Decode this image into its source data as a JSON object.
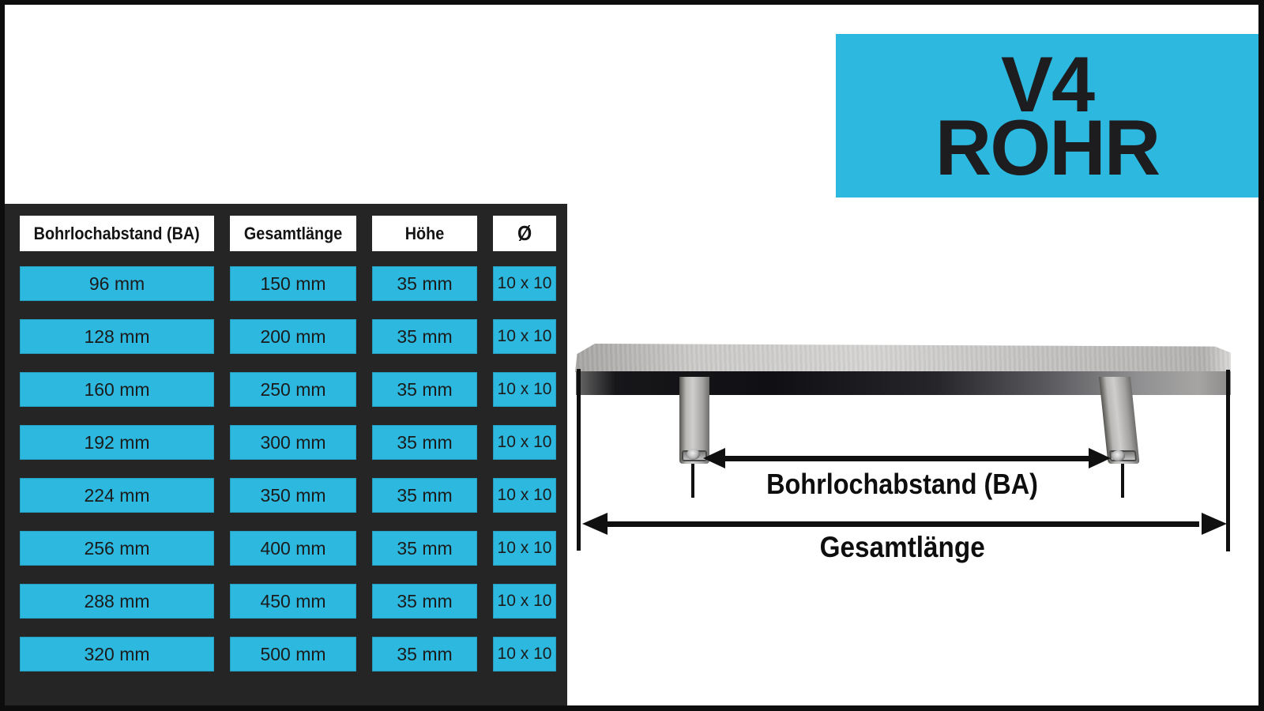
{
  "page": {
    "background": "#ffffff",
    "frame_color": "#0d0d0d"
  },
  "brand": {
    "line1": "V4",
    "line2": "ROHR",
    "bg_color": "#2cb8df",
    "text_color": "#1d1d1f"
  },
  "table": {
    "panel_bg": "#252525",
    "header_bg": "#ffffff",
    "cell_bg": "#2cb8df",
    "headers": [
      "Bohrlochabstand (BA)",
      "Gesamtlänge",
      "Höhe",
      "Ø"
    ],
    "rows": [
      [
        "96 mm",
        "150 mm",
        "35 mm",
        "10 x 10"
      ],
      [
        "128 mm",
        "200 mm",
        "35 mm",
        "10 x 10"
      ],
      [
        "160 mm",
        "250 mm",
        "35 mm",
        "10 x 10"
      ],
      [
        "192 mm",
        "300 mm",
        "35 mm",
        "10 x 10"
      ],
      [
        "224 mm",
        "350 mm",
        "35 mm",
        "10 x 10"
      ],
      [
        "256 mm",
        "400 mm",
        "35 mm",
        "10 x 10"
      ],
      [
        "288 mm",
        "450 mm",
        "35 mm",
        "10 x 10"
      ],
      [
        "320 mm",
        "500 mm",
        "35 mm",
        "10 x 10"
      ]
    ]
  },
  "diagram": {
    "ba_label": "Bohrlochabstand (BA)",
    "total_label": "Gesamtlänge"
  }
}
